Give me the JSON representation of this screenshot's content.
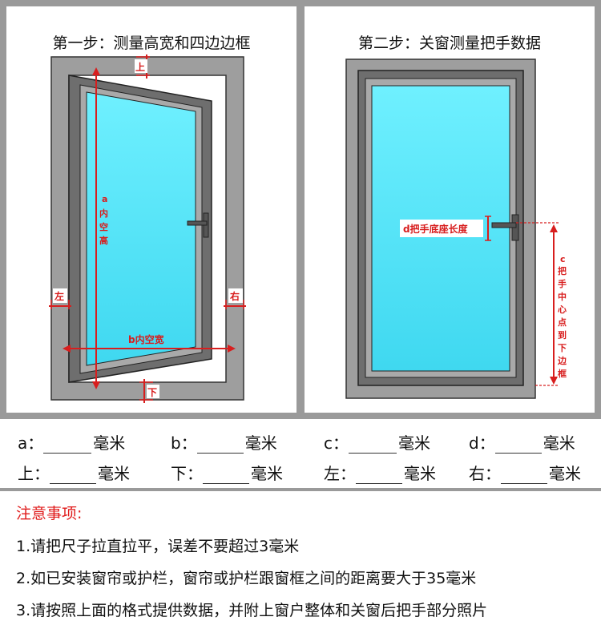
{
  "step1": {
    "title": "第一步：测量高宽和四边边框",
    "labels": {
      "top": "上",
      "bottom": "下",
      "left": "左",
      "right": "右",
      "height_letter": "a",
      "height_text": [
        "内",
        "空",
        "高"
      ],
      "width": "b内空宽"
    }
  },
  "step2": {
    "title": "第二步：关窗测量把手数据",
    "labels": {
      "handle_base": "d把手底座长度",
      "handle_letter": "c",
      "handle_text": [
        "把",
        "手",
        "中",
        "心",
        "点",
        "到",
        "下",
        "边",
        "框"
      ]
    }
  },
  "fields": {
    "row1": [
      {
        "label": "a：",
        "unit": "毫米"
      },
      {
        "label": "b：",
        "unit": "毫米"
      },
      {
        "label": "c：",
        "unit": "毫米"
      },
      {
        "label": "d：",
        "unit": "毫米"
      }
    ],
    "row2": [
      {
        "label": "上：",
        "unit": "毫米"
      },
      {
        "label": "下：",
        "unit": "毫米"
      },
      {
        "label": "左：",
        "unit": "毫米"
      },
      {
        "label": "右：",
        "unit": "毫米"
      }
    ]
  },
  "notes": {
    "title": "注意事项:",
    "items": [
      "1.请把尺子拉直拉平，误差不要超过3毫米",
      "2.如已安装窗帘或护栏，窗帘或护栏跟窗框之间的距离要大于35毫米",
      "3.请按照上面的格式提供数据，并附上窗户整体和关窗后把手部分照片"
    ]
  },
  "colors": {
    "glass": "#5de6f7",
    "frame": "#8a8a8a",
    "annotation": "#d81e1e",
    "notes_title": "#e01b1b",
    "panel_border": "#9a9a9a"
  }
}
